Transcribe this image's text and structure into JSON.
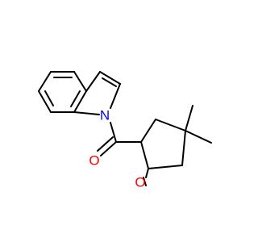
{
  "molecule": {
    "atom_labels": {
      "nitrogen": "N",
      "carbonyl_oxygen": "O",
      "ketone_oxygen": "O"
    },
    "colors": {
      "bond": "#000000",
      "nitrogen": "#0000ff",
      "oxygen": "#ff0000",
      "background": "#ffffff"
    }
  }
}
